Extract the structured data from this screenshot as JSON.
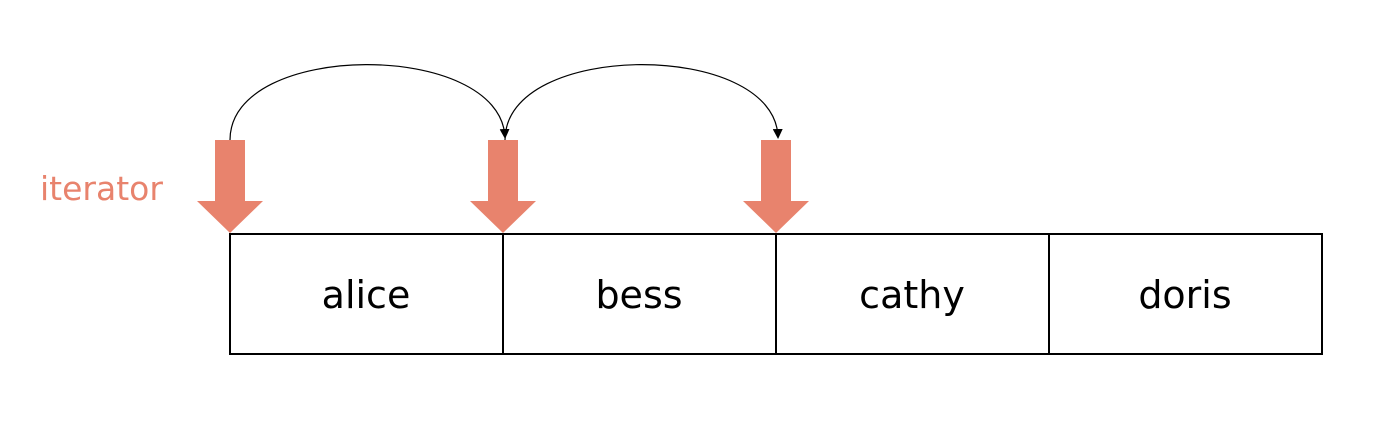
{
  "iterator_label": "iterator",
  "cells": [
    "alice",
    "bess",
    "cathy",
    "doris"
  ],
  "pointer_positions": [
    0,
    1,
    2
  ],
  "colors": {
    "accent": "#E8836D",
    "stroke": "#000000",
    "background": "#FFFFFF"
  }
}
